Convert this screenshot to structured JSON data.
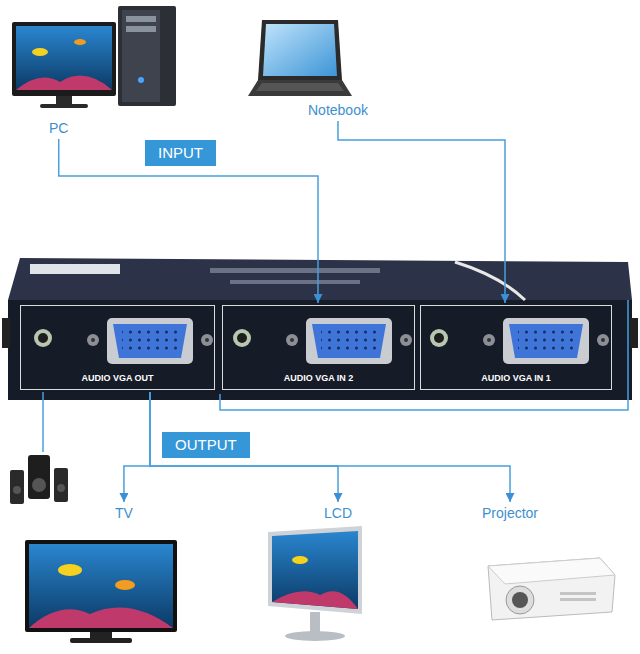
{
  "diagram": {
    "nodes": [
      {
        "text": [
          "PC"
        ]
      },
      {
        "text": [
          "Notebook"
        ]
      },
      {
        "text": [
          "INPUT"
        ]
      },
      {
        "text": [
          "AUDIO VGA OUT"
        ]
      },
      {
        "text": [
          "AUDIO VGA IN 2"
        ]
      },
      {
        "text": [
          "AUDIO VGA IN 1"
        ]
      },
      {
        "text": [
          "OUTPUT"
        ]
      },
      {
        "text": [
          "TV"
        ]
      },
      {
        "text": [
          "LCD"
        ]
      },
      {
        "text": [
          "Projector"
        ]
      }
    ],
    "edges": [
      {
        "from": 0,
        "to": 4,
        "arrow": "to"
      },
      {
        "from": 1,
        "to": 5,
        "arrow": "to"
      },
      {
        "from": 3,
        "to": 7,
        "arrow": "to"
      },
      {
        "from": 3,
        "to": 8,
        "arrow": "to"
      },
      {
        "from": 3,
        "to": 9,
        "arrow": "to"
      }
    ]
  }
}
